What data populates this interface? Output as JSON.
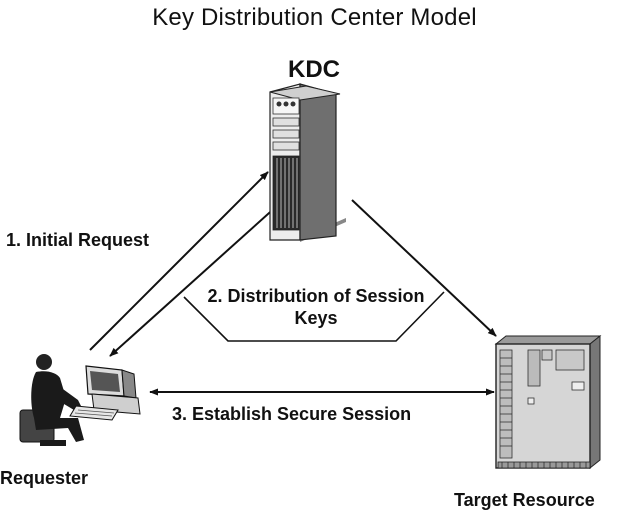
{
  "diagram": {
    "title": "Key Distribution Center Model",
    "nodes": {
      "kdc": {
        "label": "KDC",
        "icon": "server-tower-icon"
      },
      "requester": {
        "label": "Requester",
        "icon": "user-at-workstation-icon"
      },
      "target": {
        "label": "Target Resource",
        "icon": "server-cabinet-icon"
      }
    },
    "edges": {
      "initial_request": "1. Initial Request",
      "distribution": "2. Distribution of Session Keys",
      "secure_session": "3. Establish Secure Session"
    }
  }
}
